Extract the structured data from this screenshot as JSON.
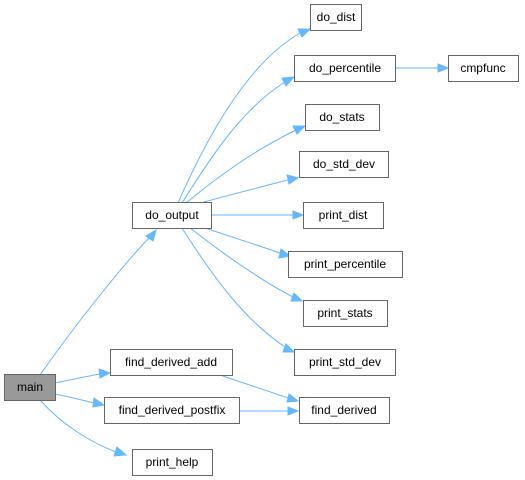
{
  "graph": {
    "nodes": {
      "main": {
        "label": "main"
      },
      "do_output": {
        "label": "do_output"
      },
      "find_derived_add": {
        "label": "find_derived_add"
      },
      "find_derived_postfix": {
        "label": "find_derived_postfix"
      },
      "print_help": {
        "label": "print_help"
      },
      "do_dist": {
        "label": "do_dist"
      },
      "do_percentile": {
        "label": "do_percentile"
      },
      "cmpfunc": {
        "label": "cmpfunc"
      },
      "do_stats": {
        "label": "do_stats"
      },
      "do_std_dev": {
        "label": "do_std_dev"
      },
      "print_dist": {
        "label": "print_dist"
      },
      "print_percentile": {
        "label": "print_percentile"
      },
      "print_stats": {
        "label": "print_stats"
      },
      "print_std_dev": {
        "label": "print_std_dev"
      },
      "find_derived": {
        "label": "find_derived"
      }
    },
    "edges": [
      {
        "from": "main",
        "to": "do_output"
      },
      {
        "from": "main",
        "to": "find_derived_add"
      },
      {
        "from": "main",
        "to": "find_derived_postfix"
      },
      {
        "from": "main",
        "to": "print_help"
      },
      {
        "from": "do_output",
        "to": "do_dist"
      },
      {
        "from": "do_output",
        "to": "do_percentile"
      },
      {
        "from": "do_output",
        "to": "do_stats"
      },
      {
        "from": "do_output",
        "to": "do_std_dev"
      },
      {
        "from": "do_output",
        "to": "print_dist"
      },
      {
        "from": "do_output",
        "to": "print_percentile"
      },
      {
        "from": "do_output",
        "to": "print_stats"
      },
      {
        "from": "do_output",
        "to": "print_std_dev"
      },
      {
        "from": "do_percentile",
        "to": "cmpfunc"
      },
      {
        "from": "find_derived_add",
        "to": "find_derived"
      },
      {
        "from": "find_derived_postfix",
        "to": "find_derived"
      }
    ],
    "colors": {
      "edge": "#63b8ff",
      "node_border": "#666666",
      "root_fill": "#999999",
      "node_fill": "#ffffff"
    }
  }
}
